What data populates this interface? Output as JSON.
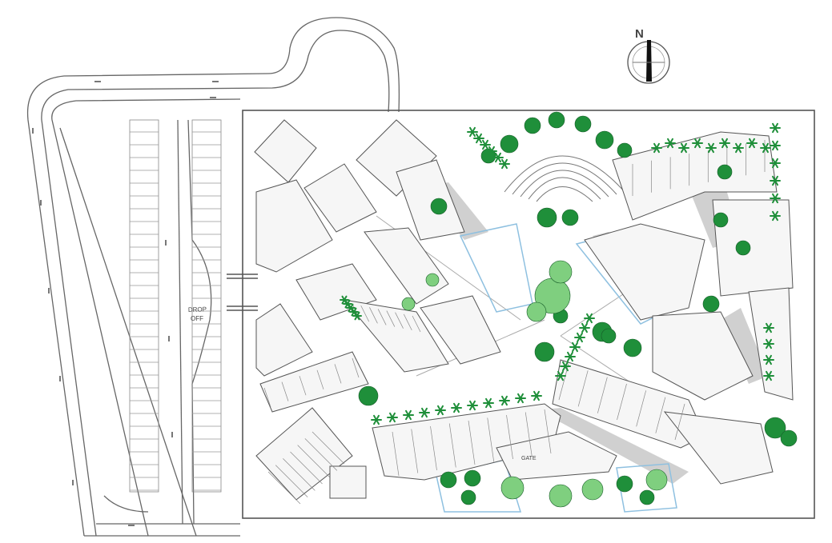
{
  "compass": {
    "label": "N"
  },
  "dropoff": {
    "label_line1": "DROP",
    "label_line2": "OFF"
  },
  "zone_label": {
    "text": "GATE"
  },
  "colors": {
    "line": "#555555",
    "paving": "#bdbdbd",
    "dark_tree": "#1f8f3a",
    "light_tree": "#7fcf7f",
    "water": "#9ec9e6",
    "bg": "#ffffff"
  },
  "icons": [
    "north-arrow-icon",
    "tree-icon",
    "palm-tree-icon"
  ]
}
